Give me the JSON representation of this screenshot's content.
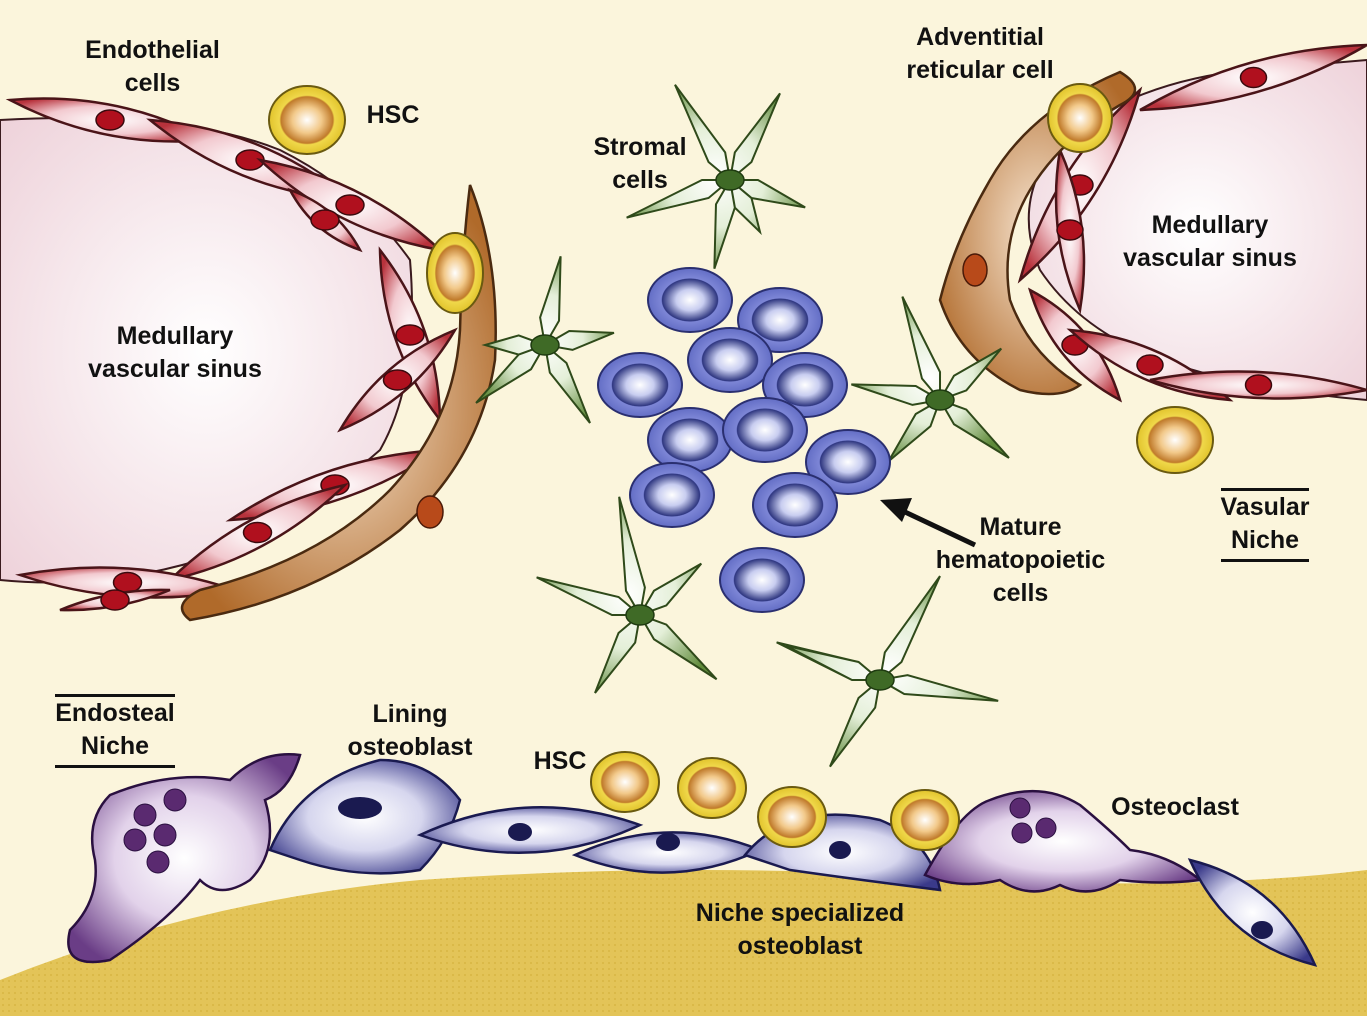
{
  "labels": {
    "endothelial_cells": [
      "Endothelial",
      "cells"
    ],
    "hsc_top": "HSC",
    "stromal_cells": [
      "Stromal",
      "cells"
    ],
    "adventitial_reticular_cell": [
      "Adventitial",
      "reticular cell"
    ],
    "medullary_sinus_left": [
      "Medullary",
      "vascular sinus"
    ],
    "medullary_sinus_right": [
      "Medullary",
      "vascular sinus"
    ],
    "mature_hematopoietic_cells": [
      "Mature",
      "hematopoietic",
      "cells"
    ],
    "vascular_niche": [
      "Vasular",
      "Niche"
    ],
    "endosteal_niche": [
      "Endosteal",
      "Niche"
    ],
    "lining_osteoblast": [
      "Lining",
      "osteoblast"
    ],
    "hsc_bottom": "HSC",
    "osteoclast": "Osteoclast",
    "niche_specialized_osteoblast": [
      "Niche specialized",
      "osteoblast"
    ]
  },
  "colors": {
    "background": "#fbf5dc",
    "endothelial": "#b8323c",
    "endothelial_nucleus": "#b0101e",
    "hsc_ring": "#e3c52a",
    "hsc_core": "#c98a3c",
    "stromal": "#5f8a3a",
    "stromal_nucleus": "#3f6a26",
    "adventitial": "#b06a2a",
    "hematopoietic": "#6470c8",
    "osteoblast": "#3a3a8a",
    "osteoclast": "#6a3d86",
    "bone": "#e3c458",
    "sinus": "#f3dfe4"
  }
}
